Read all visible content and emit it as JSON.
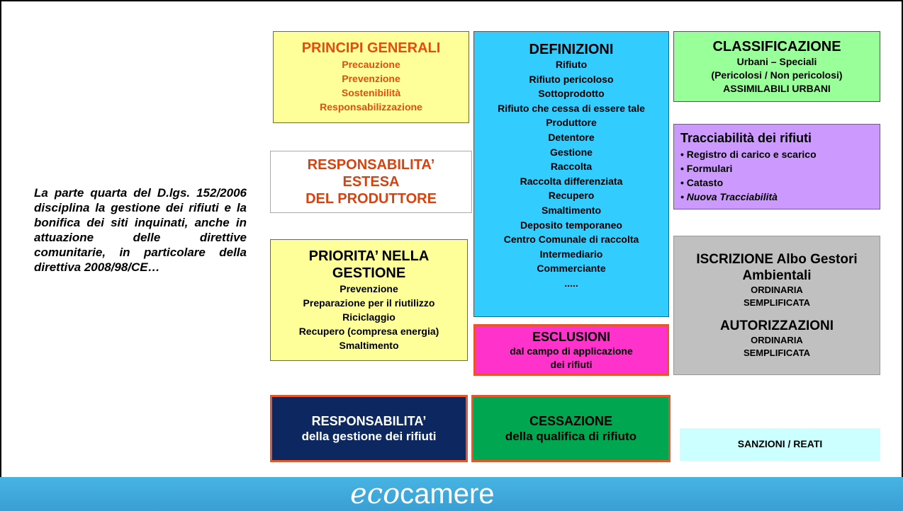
{
  "intro": "La parte quarta del D.lgs. 152/2006 disciplina la gestione dei rifiuti e la bonifica dei siti inquinati, anche in attuazione delle direttive comunitarie, in particolare della direttiva 2008/98/CE…",
  "principi": {
    "title": "PRINCIPI GENERALI",
    "items": [
      "Precauzione",
      "Prevenzione",
      "Sostenibilità",
      "Responsabilizzazione"
    ]
  },
  "resp_estesa": {
    "lines": [
      "RESPONSABILITA’",
      "ESTESA",
      "DEL PRODUTTORE"
    ]
  },
  "priorita": {
    "title_lines": [
      "PRIORITA’ NELLA",
      "GESTIONE"
    ],
    "items": [
      "Prevenzione",
      "Preparazione per il riutilizzo",
      "Riciclaggio",
      "Recupero (compresa energia)",
      "Smaltimento"
    ]
  },
  "resp_gestione": {
    "title": "RESPONSABILITA’",
    "subtitle": "della gestione dei rifiuti"
  },
  "definizioni": {
    "title": "DEFINIZIONI",
    "items": [
      "Rifiuto",
      "Rifiuto pericoloso",
      "Sottoprodotto",
      "Rifiuto che cessa di essere tale",
      "Produttore",
      "Detentore",
      "Gestione",
      "Raccolta",
      "Raccolta differenziata",
      "Recupero",
      "Smaltimento",
      "Deposito temporaneo",
      "Centro Comunale di raccolta",
      "Intermediario",
      "Commerciante",
      "....."
    ]
  },
  "esclusioni": {
    "title": "ESCLUSIONI",
    "sub_lines": [
      "dal campo di applicazione",
      "dei rifiuti"
    ]
  },
  "cessazione": {
    "title": "CESSAZIONE",
    "subtitle": "della qualifica di rifiuto"
  },
  "classificazione": {
    "title": "CLASSIFICAZIONE",
    "lines": [
      "Urbani – Speciali",
      "(Pericolosi / Non pericolosi)",
      "ASSIMILABILI URBANI"
    ]
  },
  "tracciabilita": {
    "title": "Tracciabilità dei rifiuti",
    "items": [
      "• Registro di carico e scarico",
      "• Formulari",
      "• Catasto",
      "• Nuova Tracciabilità"
    ]
  },
  "iscrizione": {
    "title_lines": [
      "ISCRIZIONE Albo Gestori",
      "Ambientali"
    ],
    "sub1": [
      "ORDINARIA",
      "SEMPLIFICATA"
    ],
    "title2": "AUTORIZZAZIONI",
    "sub2": [
      "ORDINARIA",
      "SEMPLIFICATA"
    ]
  },
  "sanzioni": "SANZIONI / REATI",
  "footer": {
    "logo_eco": "eco",
    "logo_rest": "camere"
  },
  "colors": {
    "yellow": "#ffff99",
    "cyan": "#33ccff",
    "green_light": "#99ff99",
    "purple": "#cc99ff",
    "grey": "#c0c0c0",
    "magenta": "#ff33cc",
    "navy": "#0d2860",
    "green": "#00a650",
    "light_cyan": "#ccffff",
    "orange_text": "#e84b0c",
    "footer_blue": "#3aa7da"
  }
}
